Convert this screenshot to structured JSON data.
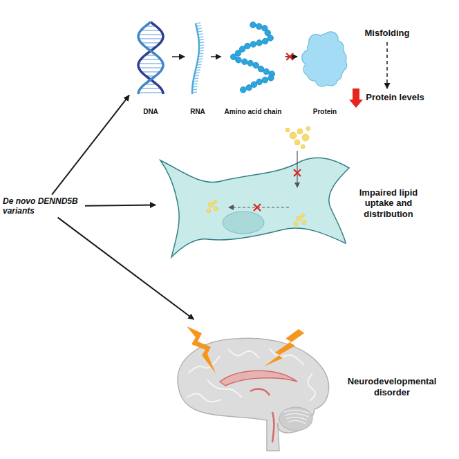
{
  "diagram": {
    "nodes": [
      {
        "text": [
          "De novo DENND5B variants"
        ]
      },
      {
        "text": [
          "DNA"
        ]
      },
      {
        "text": [
          "RNA"
        ]
      },
      {
        "text": [
          "Amino acid chain"
        ]
      },
      {
        "text": [
          "Protein"
        ]
      },
      {
        "text": [
          "Misfolding"
        ]
      },
      {
        "text": [
          "Protein levels"
        ]
      },
      {
        "text": [
          "Impaired lipid uptake and distribution"
        ]
      },
      {
        "text": [
          "Neurodevelopmental disorder"
        ]
      }
    ],
    "edges": [
      {
        "from": 0,
        "to": 1,
        "arrow": "to"
      },
      {
        "from": 1,
        "to": 2,
        "arrow": "to"
      },
      {
        "from": 2,
        "to": 3,
        "arrow": "to"
      },
      {
        "from": 3,
        "to": 4,
        "arrow": "to"
      },
      {
        "from": 5,
        "to": 6,
        "arrow": "to"
      },
      {
        "from": 0,
        "to": 7,
        "arrow": "to"
      },
      {
        "from": 0,
        "to": 8,
        "arrow": "to"
      }
    ]
  }
}
